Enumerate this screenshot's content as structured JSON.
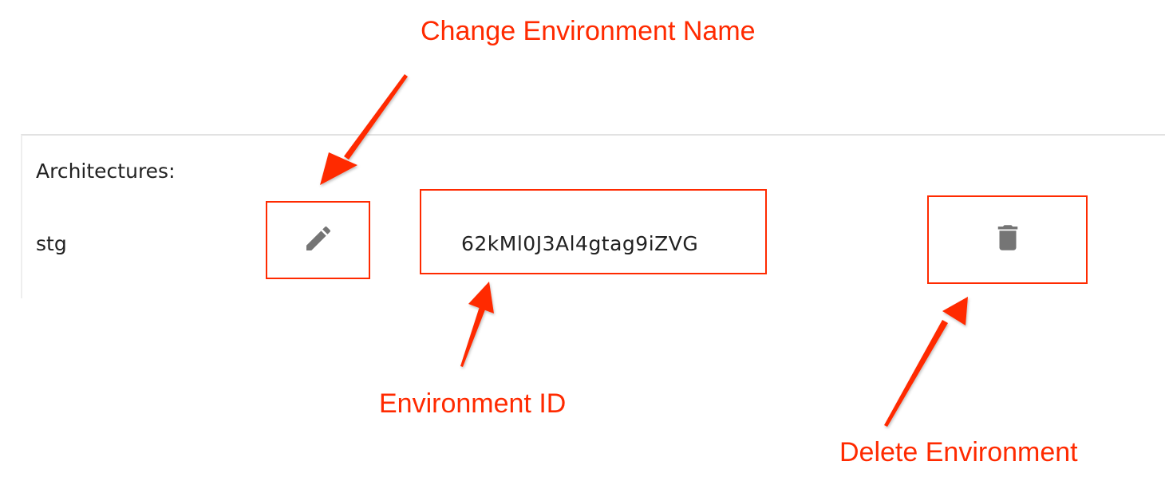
{
  "annotations": {
    "change_name": "Change Environment Name",
    "environment_id": "Environment ID",
    "delete": "Delete Environment",
    "color": "#ff2a00"
  },
  "panel": {
    "heading": "Architectures:",
    "environment": {
      "name": "stg",
      "id": "62kMl0J3Al4gtag9iZVG",
      "edit_icon": "pencil-icon",
      "delete_icon": "trash-icon"
    }
  }
}
